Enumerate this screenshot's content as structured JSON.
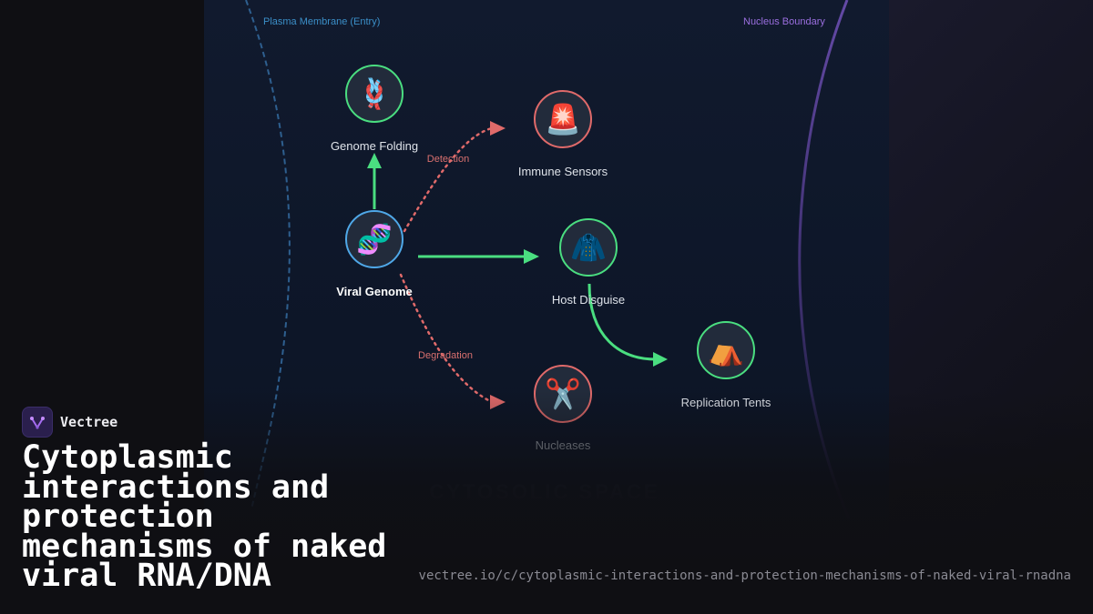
{
  "regions": {
    "plasma_membrane": "Plasma Membrane (Entry)",
    "nucleus_boundary": "Nucleus Boundary",
    "cytosolic_space": "CYTOSOLIC SPACE"
  },
  "nodes": {
    "genome_folding": {
      "label": "Genome Folding",
      "icon": "🪢",
      "icon_name": "knot-icon"
    },
    "viral_genome": {
      "label": "Viral Genome",
      "icon": "🧬",
      "icon_name": "dna-icon"
    },
    "immune_sensors": {
      "label": "Immune Sensors",
      "icon": "🚨",
      "icon_name": "siren-icon"
    },
    "host_disguise": {
      "label": "Host Disguise",
      "icon": "🧥",
      "icon_name": "coat-icon"
    },
    "replication_tents": {
      "label": "Replication Tents",
      "icon": "⛺",
      "icon_name": "tent-icon"
    },
    "nucleases": {
      "label": "Nucleases",
      "icon": "✂️",
      "icon_name": "scissors-icon"
    }
  },
  "edges": {
    "detection": "Detection",
    "degradation": "Degradation"
  },
  "colors": {
    "protect": "#4ade80",
    "threat": "#e06a6a",
    "genome": "#4fa8e8",
    "membrane": "#2e5f8f",
    "nucleus": "#6d4fb3"
  },
  "brand": {
    "name": "Vectree"
  },
  "title": "Cytoplasmic interactions and protection mechanisms of naked viral RNA/DNA",
  "url": "vectree.io/c/cytoplasmic-interactions-and-protection-mechanisms-of-naked-viral-rnadna"
}
